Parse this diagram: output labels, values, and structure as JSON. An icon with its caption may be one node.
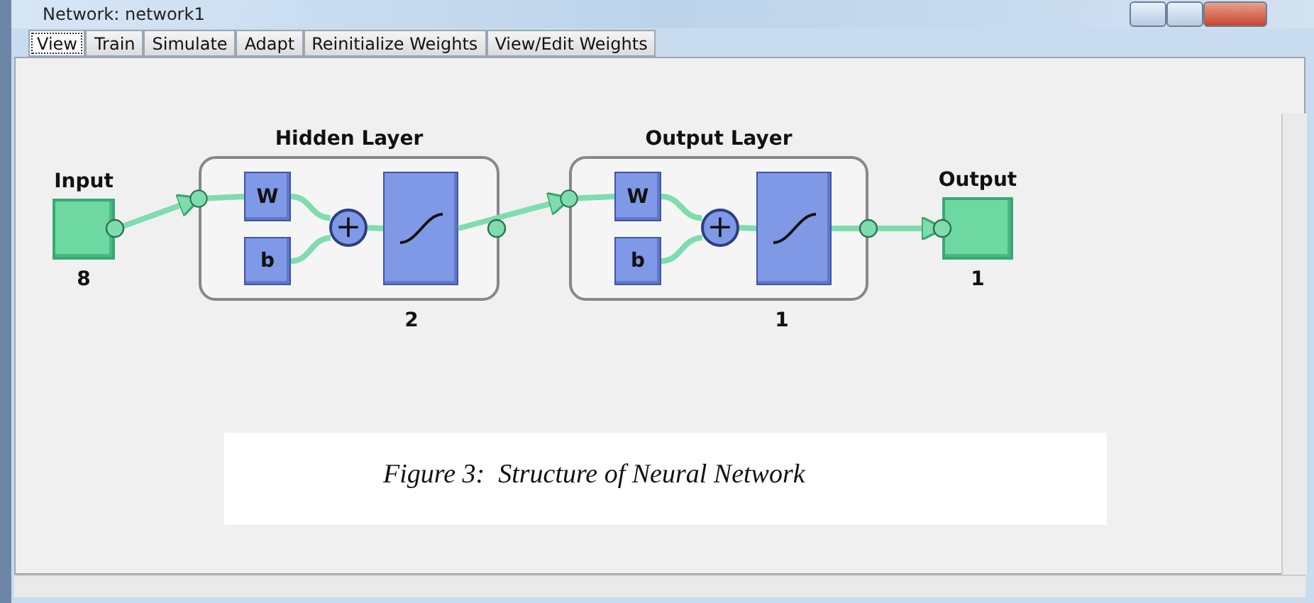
{
  "diagram": {
    "title": "Network: network1",
    "caption": "Figure 3:  Structure of Neural Network",
    "nodes": [
      {
        "text": [
          "Input"
        ],
        "beside": [
          "8"
        ]
      },
      {
        "text": [
          "Hidden Layer"
        ],
        "beside": [
          "2"
        ]
      },
      {
        "text": [
          "W"
        ],
        "in": 1
      },
      {
        "text": [
          "b"
        ],
        "in": 1
      },
      {
        "text": [
          "+"
        ],
        "in": 1
      },
      {
        "text": [],
        "shape": "box",
        "in": 1
      },
      {
        "text": [
          "Output Layer"
        ],
        "beside": [
          "1"
        ]
      },
      {
        "text": [
          "W"
        ],
        "in": 6
      },
      {
        "text": [
          "b"
        ],
        "in": 6
      },
      {
        "text": [
          "+"
        ],
        "in": 6
      },
      {
        "text": [],
        "shape": "box",
        "in": 6
      },
      {
        "text": [
          "Output"
        ],
        "beside": [
          "1"
        ]
      }
    ],
    "edges": [
      {
        "from": 0,
        "to": 1,
        "arrow": "to"
      },
      {
        "from": 1,
        "to": 2,
        "arrow": "other"
      },
      {
        "from": 2,
        "to": 4,
        "arrow": "none"
      },
      {
        "from": 3,
        "to": 4,
        "arrow": "none"
      },
      {
        "from": 4,
        "to": 5,
        "arrow": "none"
      },
      {
        "from": 5,
        "to": 6,
        "arrow": "to"
      },
      {
        "from": 6,
        "to": 7,
        "arrow": "other"
      },
      {
        "from": 7,
        "to": 9,
        "arrow": "none"
      },
      {
        "from": 8,
        "to": 9,
        "arrow": "none"
      },
      {
        "from": 9,
        "to": 10,
        "arrow": "none"
      },
      {
        "from": 10,
        "to": 11,
        "arrow": "to"
      }
    ],
    "labels": [
      "View",
      "Train",
      "Simulate",
      "Adapt",
      "Reinitialize Weights",
      "View/Edit Weights"
    ]
  }
}
